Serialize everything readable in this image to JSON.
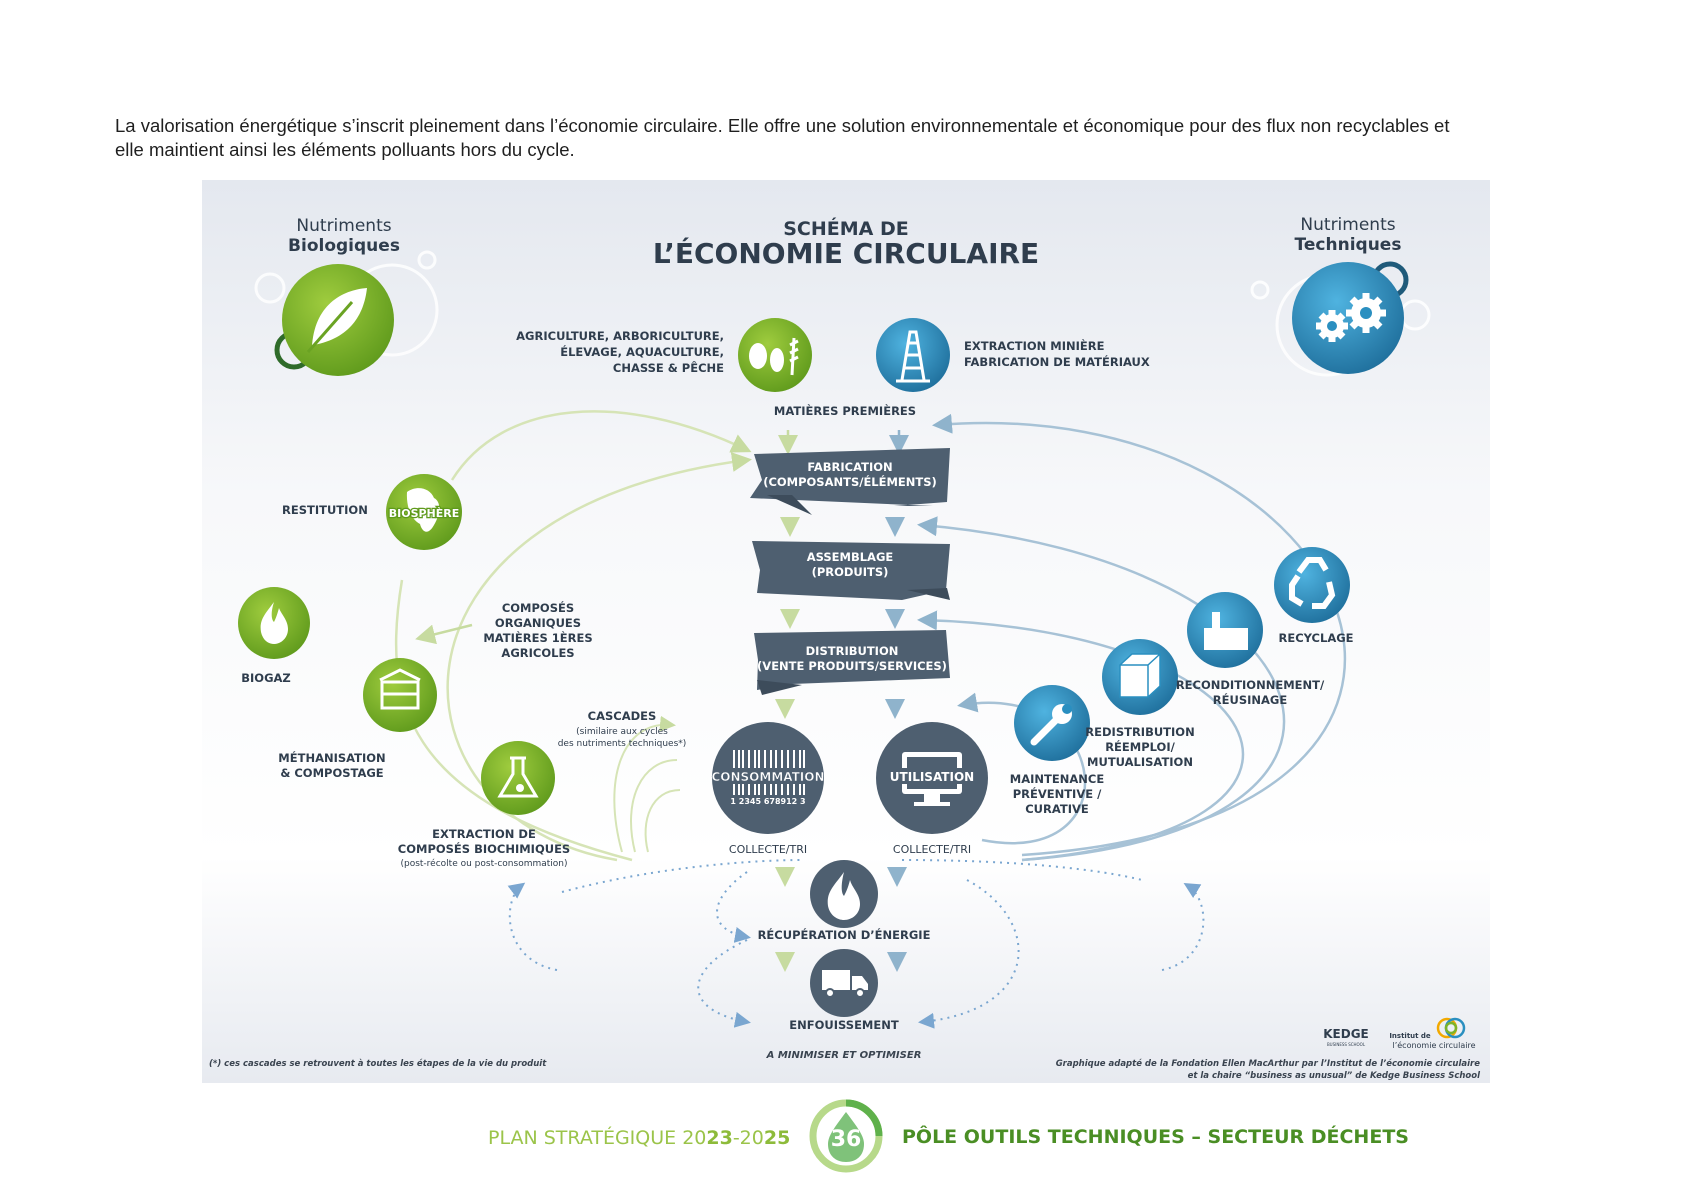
{
  "intro": {
    "line1": "La valorisation énergétique s’inscrit pleinement dans l’économie circulaire. Elle offre une solution environnementale et économique pour des flux non recyclables et",
    "line2": "elle maintient ainsi les éléments polluants hors du cycle."
  },
  "diagram": {
    "title_line1": "SCHÉMA DE",
    "title_line2": "L’ÉCONOMIE CIRCULAIRE",
    "bio": {
      "line1": "Nutriments",
      "line2": "Biologiques"
    },
    "tech": {
      "line1": "Nutriments",
      "line2": "Techniques"
    },
    "agri": [
      "AGRICULTURE, ARBORICULTURE,",
      "ÉLEVAGE, AQUACULTURE,",
      "CHASSE & PÊCHE"
    ],
    "extraction": [
      "EXTRACTION MINIÈRE",
      "FABRICATION DE MATÉRIAUX"
    ],
    "matieres": "MATIÈRES PREMIÈRES",
    "fabrication": [
      "FABRICATION",
      "(COMPOSANTS/ÉLÉMENTS)"
    ],
    "assemblage": [
      "ASSEMBLAGE",
      "(PRODUITS)"
    ],
    "distribution": [
      "DISTRIBUTION",
      "(VENTE PRODUITS/SERVICES)"
    ],
    "consommation": "CONSOMMATION",
    "barcode": "1 2345 678912 3",
    "utilisation": "UTILISATION",
    "collecte1": "COLLECTE/TRI",
    "collecte2": "COLLECTE/TRI",
    "recuperation": "RÉCUPÉRATION D’ÉNERGIE",
    "enfouissement": "ENFOUISSEMENT",
    "minimiser": "A MINIMISER ET OPTIMISER",
    "restitution": "RESTITUTION",
    "biosphere": "BIOSPHÈRE",
    "biogaz": "BIOGAZ",
    "methanisation": [
      "MÉTHANISATION",
      "& COMPOSTAGE"
    ],
    "composes": [
      "COMPOSÉS",
      "ORGANIQUES",
      "MATIÈRES 1ÈRES",
      "AGRICOLES"
    ],
    "cascades": "CASCADES",
    "cascades_note": [
      "(similaire aux cycles",
      "des nutriments techniques*)"
    ],
    "extraction_bio": [
      "EXTRACTION DE",
      "COMPOSÉS BIOCHIMIQUES"
    ],
    "extraction_bio_note": "(post-récolte ou post-consommation)",
    "maintenance": [
      "MAINTENANCE",
      "PRÉVENTIVE /",
      "CURATIVE"
    ],
    "redistribution": [
      "REDISTRIBUTION",
      "RÉEMPLOI/",
      "MUTUALISATION"
    ],
    "reconditionnement": [
      "RECONDITIONNEMENT/",
      "RÉUSINAGE"
    ],
    "recyclage": "RECYCLAGE",
    "footnote": "(*) ces cascades se retrouvent à toutes les étapes de la vie du produit",
    "credit": [
      "Graphique adapté de la Fondation Ellen MacArthur par l’Institut de l’économie circulaire",
      "et la chaire “business as unusual” de Kedge Business School"
    ],
    "kedge": "KEDGE",
    "kedge_sub": "BUSINESS SCHOOL",
    "institut": [
      "Institut de",
      "l’économie circulaire"
    ]
  },
  "footer": {
    "plan_prefix": "PLAN STRATÉGIQUE 20",
    "plan_bold1": "23",
    "plan_mid": "-20",
    "plan_bold2": "25",
    "page_number": "36",
    "section": "PÔLE OUTILS TECHNIQUES – SECTEUR DÉCHETS"
  },
  "colors": {
    "green": "#7db32a",
    "blue": "#2a8fc0",
    "slate": "#4e5f70",
    "footer_green": "#4a8e24"
  }
}
